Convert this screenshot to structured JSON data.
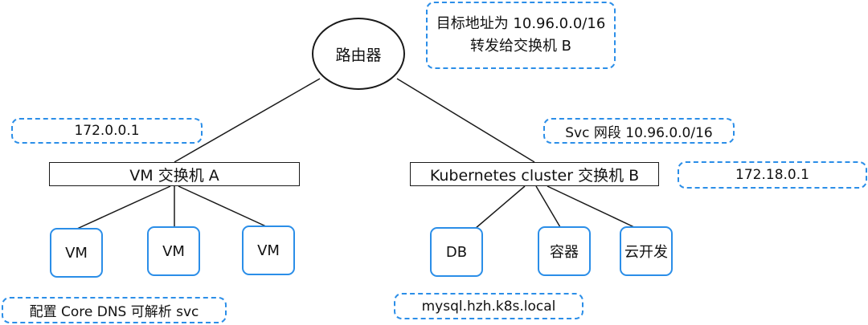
{
  "router": {
    "label": "路由器"
  },
  "switches": {
    "a": "VM 交换机 A",
    "b": "Kubernetes cluster 交换机 B"
  },
  "hosts_a": [
    "VM",
    "VM",
    "VM"
  ],
  "hosts_b": [
    "DB",
    "容器",
    "云开发"
  ],
  "notes": {
    "route_line1": "目标地址为 10.96.0.0/16",
    "route_line2": "转发给交换机 B",
    "ip_a": "172.0.0.1",
    "svc_range": "Svc 网段 10.96.0.0/16",
    "ip_b": "172.18.0.1",
    "dns": "配置 Core DNS 可解析 svc",
    "mysql": "mysql.hzh.k8s.local"
  },
  "colors": {
    "accent": "#2b8ee8",
    "line": "#1a1a1a"
  }
}
